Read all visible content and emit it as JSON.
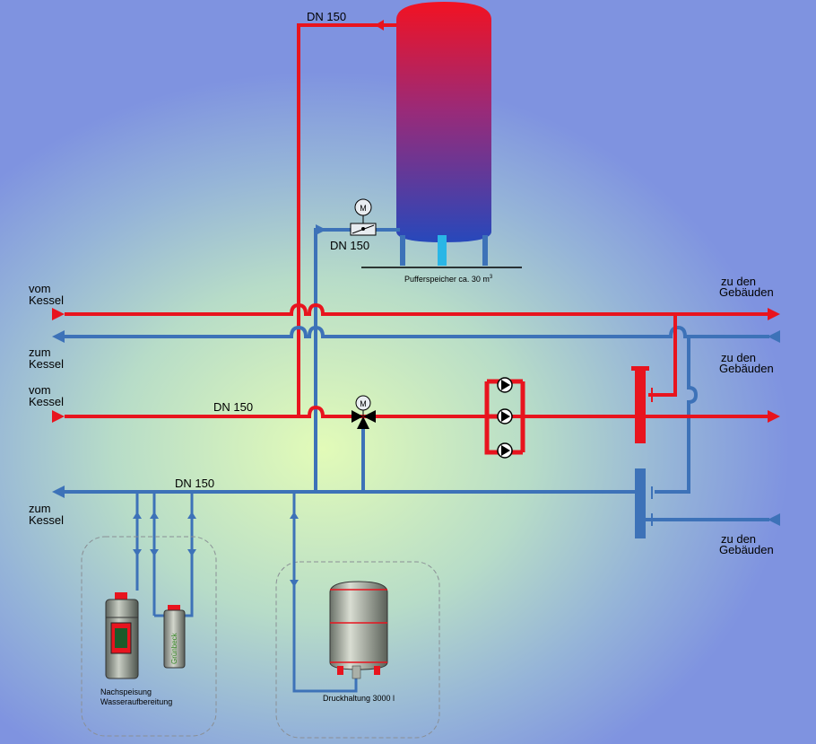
{
  "labels": {
    "dn150_top": "DN 150",
    "dn150_valve": "DN 150",
    "dn150_mid": "DN 150",
    "dn150_bottom": "DN 150",
    "buffer_tank": "Pufferspeicher ca. 30 m",
    "buffer_tank_sup": "3",
    "vom_kessel_1a": "vom",
    "vom_kessel_1b": "Kessel",
    "zum_kessel_1a": "zum",
    "zum_kessel_1b": "Kessel",
    "vom_kessel_2a": "vom",
    "vom_kessel_2b": "Kessel",
    "zum_kessel_2a": "zum",
    "zum_kessel_2b": "Kessel",
    "zu_gebaeuden_1a": "zu den",
    "zu_gebaeuden_1b": "Gebäuden",
    "zu_gebaeuden_2a": "zu den",
    "zu_gebaeuden_2b": "Gebäuden",
    "zu_gebaeuden_3a": "zu den",
    "zu_gebaeuden_3b": "Gebäuden",
    "motor_symbol_1": "M",
    "motor_symbol_2": "M",
    "softener_brand": "Grünbeck",
    "makeup_label_1": "Nachspeisung",
    "makeup_label_2": "Wasseraufbereitung",
    "pressure_label": "Druckhaltung 3000 l"
  },
  "colors": {
    "hot_pipe": "#e8141e",
    "cold_pipe": "#3d72b8",
    "tank_top": "#f01020",
    "tank_bottom": "#2747b8",
    "background_center": "#e2fbb8",
    "background_edge": "#7f93e0"
  },
  "icons": [
    "motor-valve-icon",
    "three-way-valve-icon",
    "pump-icon",
    "distributor-icon",
    "expansion-vessel-icon",
    "water-treatment-icon"
  ]
}
